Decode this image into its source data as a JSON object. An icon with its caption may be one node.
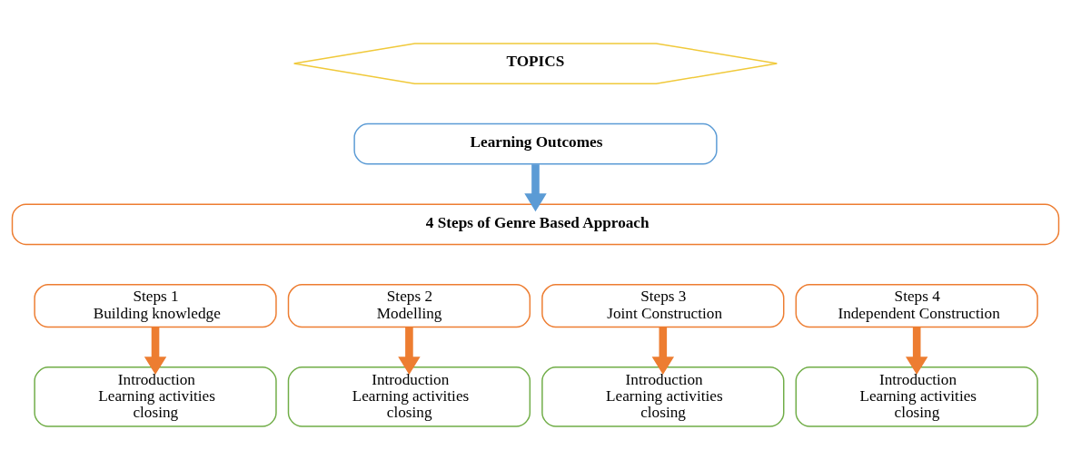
{
  "diagram": {
    "nodes": [
      {
        "text": [
          "TOPICS"
        ]
      },
      {
        "text": [
          "Learning Outcomes"
        ]
      },
      {
        "text": [
          "4 Steps of Genre Based Approach"
        ]
      },
      {
        "text": [
          "Steps 1",
          "Building knowledge"
        ]
      },
      {
        "text": [
          "Steps 2",
          "Modelling"
        ]
      },
      {
        "text": [
          "Steps 3",
          "Joint Construction"
        ]
      },
      {
        "text": [
          "Steps 4",
          "Independent Construction"
        ]
      },
      {
        "text": [
          "Introduction",
          "Learning activities",
          "closing"
        ]
      },
      {
        "text": [
          "Introduction",
          "Learning activities",
          "closing"
        ]
      },
      {
        "text": [
          "Introduction",
          "Learning activities",
          "closing"
        ]
      },
      {
        "text": [
          "Introduction",
          "Learning activities",
          "closing"
        ]
      }
    ],
    "edges": [
      {
        "from": 1,
        "to": 2,
        "arrow": "to",
        "color": "#5b9bd5"
      },
      {
        "from": 3,
        "to": 7,
        "arrow": "to"
      },
      {
        "from": 4,
        "to": 8,
        "arrow": "to"
      },
      {
        "from": 5,
        "to": 9,
        "arrow": "to"
      },
      {
        "from": 6,
        "to": 10,
        "arrow": "to"
      }
    ]
  }
}
